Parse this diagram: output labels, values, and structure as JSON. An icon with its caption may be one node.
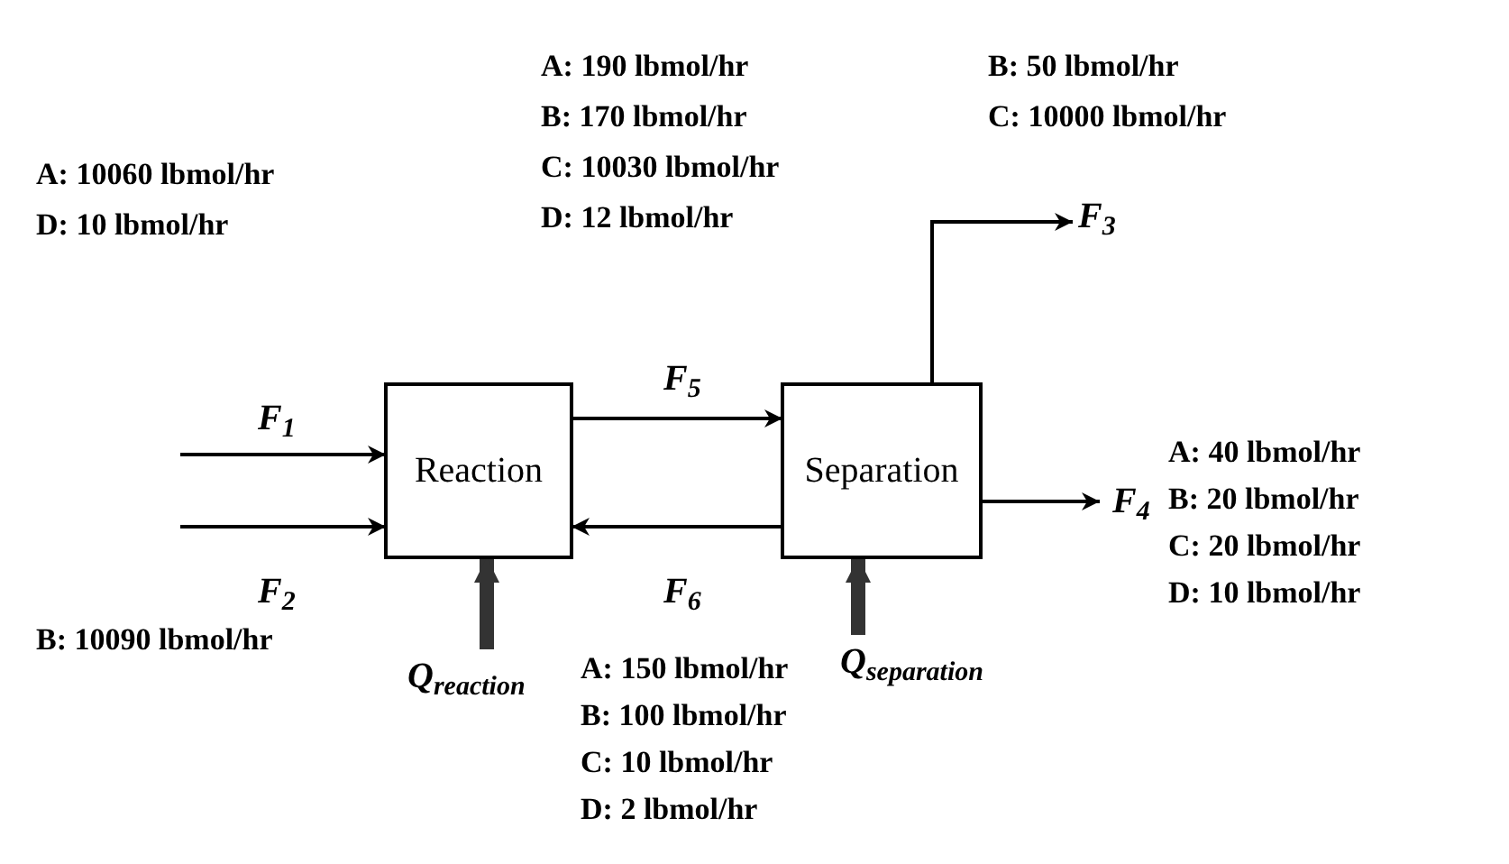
{
  "diagram": {
    "nodes": [
      {
        "text": [
          "Reaction"
        ]
      },
      {
        "text": [
          "Separation"
        ]
      },
      {
        "text": [
          "Q$_{reaction}$"
        ]
      },
      {
        "text": [
          "Q$_{separation}$"
        ]
      }
    ],
    "edges": [
      {
        "from": null,
        "to": 0,
        "arrow": "to",
        "label": "F$_{1}$"
      },
      {
        "from": null,
        "to": 0,
        "arrow": "to",
        "label": "F$_{2}$"
      },
      {
        "from": 0,
        "to": 1,
        "arrow": "to",
        "label": "F$_{5}$"
      },
      {
        "from": 1,
        "to": 0,
        "arrow": "to",
        "label": "F$_{6}$"
      },
      {
        "from": 1,
        "to": null,
        "arrow": "to",
        "label": "F$_{3}$"
      },
      {
        "from": 1,
        "to": null,
        "arrow": "to",
        "label": "F$_{4}$"
      },
      {
        "from": 2,
        "to": 0,
        "arrow": "to",
        "style": "thick",
        "color": "#333333"
      },
      {
        "from": 3,
        "to": 1,
        "arrow": "to",
        "style": "thick",
        "color": "#333333"
      }
    ],
    "labels": [
      "A: 10060 lbmol/hr",
      "D: 10 lbmol/hr",
      "A: 190 lbmol/hr",
      "B: 170 lbmol/hr",
      "C: 10030 lbmol/hr",
      "D: 12 lbmol/hr",
      "B: 50 lbmol/hr",
      "C: 10000 lbmol/hr",
      "A: 40 lbmol/hr",
      "B: 20 lbmol/hr",
      "C: 20 lbmol/hr",
      "D: 10 lbmol/hr",
      "B: 10090 lbmol/hr",
      "A: 150 lbmol/hr",
      "B: 100 lbmol/hr",
      "C: 10 lbmol/hr",
      "D: 2 lbmol/hr"
    ]
  }
}
